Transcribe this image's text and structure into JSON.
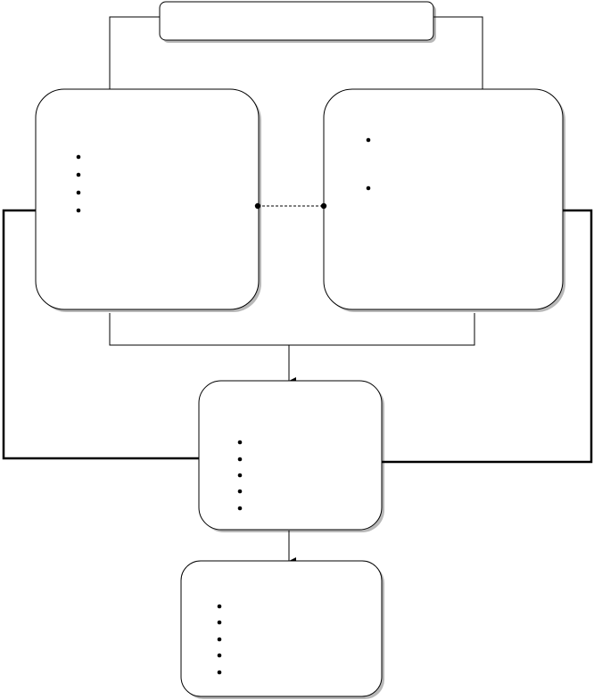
{
  "diagram": {
    "colors": {
      "stroke": "#000000",
      "background": "#ffffff",
      "shadow": "#b8b8b8"
    },
    "nodes": [
      {
        "id": "top-banner",
        "bullets": 0
      },
      {
        "id": "left-box",
        "bullets": 4
      },
      {
        "id": "right-box",
        "bullets": 2
      },
      {
        "id": "middle-box",
        "bullets": 5
      },
      {
        "id": "bottom-box",
        "bullets": 5
      }
    ],
    "edges": [
      {
        "from": "top-banner",
        "to": "left-box",
        "style": "solid"
      },
      {
        "from": "top-banner",
        "to": "right-box",
        "style": "solid"
      },
      {
        "from": "left-box",
        "to": "right-box",
        "style": "dashed"
      },
      {
        "from": "left-box",
        "to": "middle-box",
        "style": "solid",
        "arrow": true
      },
      {
        "from": "right-box",
        "to": "middle-box",
        "style": "solid",
        "arrow": true
      },
      {
        "from": "middle-box",
        "to": "bottom-box",
        "style": "solid",
        "arrow": true
      },
      {
        "from": "left-box",
        "to": "middle-box",
        "style": "thick-loop"
      },
      {
        "from": "right-box",
        "to": "middle-box",
        "style": "thick-loop"
      }
    ]
  }
}
